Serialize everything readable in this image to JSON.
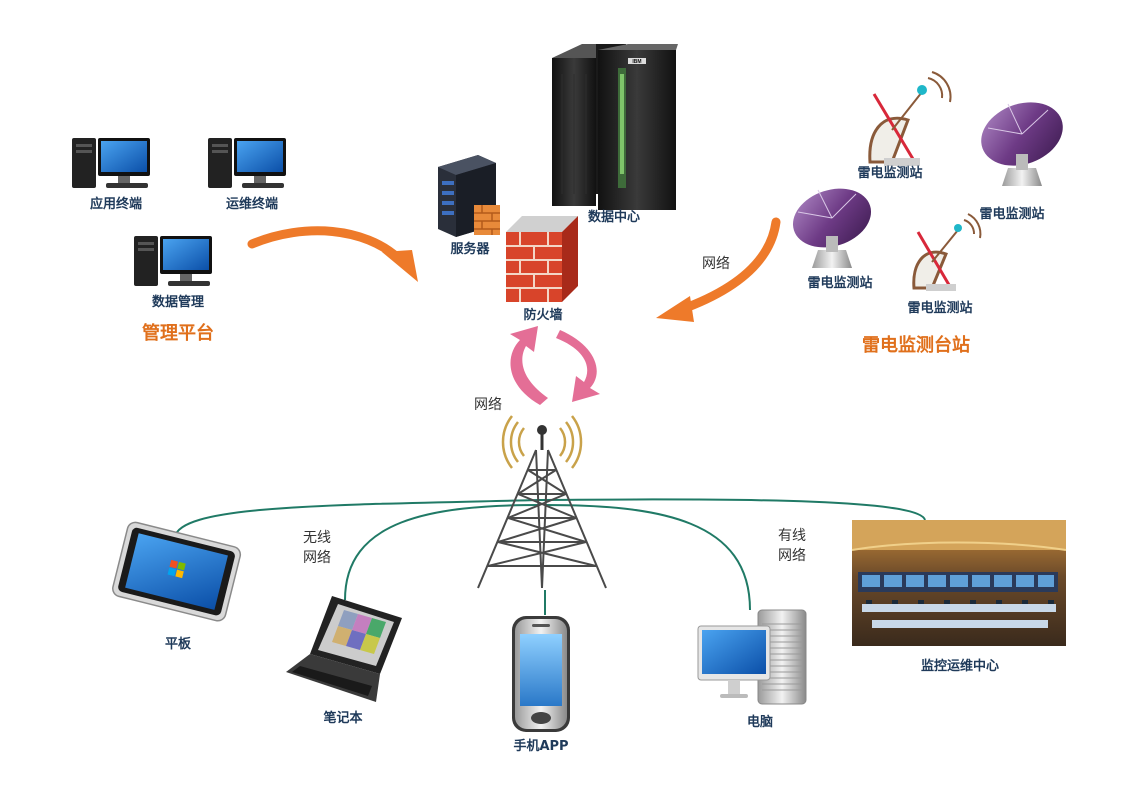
{
  "groups": {
    "management": {
      "title": "管理平台",
      "app_terminal": "应用终端",
      "ops_terminal": "运维终端",
      "data_management": "数据管理"
    },
    "center": {
      "server": "服务器",
      "firewall": "防火墙",
      "data_center": "数据中心",
      "ibm_badge": "IBM"
    },
    "radar": {
      "title": "雷电监测台站",
      "station_1": "雷电监测站",
      "station_2": "雷电监测站",
      "station_3": "雷电监测站",
      "station_4": "雷电监测站"
    }
  },
  "network_labels": {
    "radar_link": "网络",
    "tower_link": "网络",
    "wireless_line1": "无线",
    "wireless_line2": "网络",
    "wired_line1": "有线",
    "wired_line2": "网络"
  },
  "devices": {
    "tablet": "平板",
    "laptop": "笔记本",
    "phone": "手机APP",
    "desktop": "电脑",
    "monitor_center": "监控运维中心"
  },
  "colors": {
    "accent_orange": "#ee7a2a",
    "title_orange": "#e0701c",
    "pink_arrow": "#e46e96",
    "link_green": "#207a66",
    "radar_purple": "#6e3b86",
    "screen_blue": "#1f6fd0"
  }
}
